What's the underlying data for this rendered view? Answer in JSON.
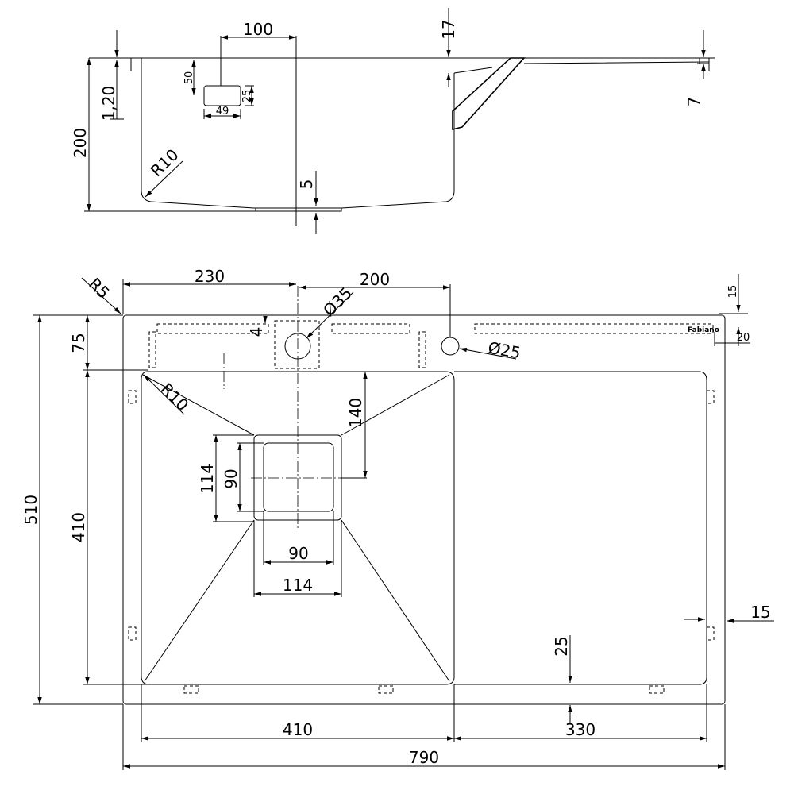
{
  "side_view": {
    "dims": {
      "d100": "100",
      "d17": "17",
      "d50": "50",
      "d25": "25",
      "d49": "49",
      "d120": "1,20",
      "d200": "200",
      "d7": "7",
      "r10": "R10",
      "d5": "5"
    }
  },
  "plan_view": {
    "brand": "Fabiano",
    "dims": {
      "d230": "230",
      "d200": "200",
      "r5": "R5",
      "d15_top": "15",
      "dia35": "Ø35",
      "d4": "4",
      "dia25": "Ø25",
      "d20": "20",
      "d75": "75",
      "d510": "510",
      "d410_v": "410",
      "r10": "R10",
      "d140": "140",
      "d114_v": "114",
      "d90_v": "90",
      "d90_h": "90",
      "d114_h": "114",
      "d25": "25",
      "d15_right": "15",
      "d410_h": "410",
      "d330": "330",
      "d790": "790"
    }
  }
}
